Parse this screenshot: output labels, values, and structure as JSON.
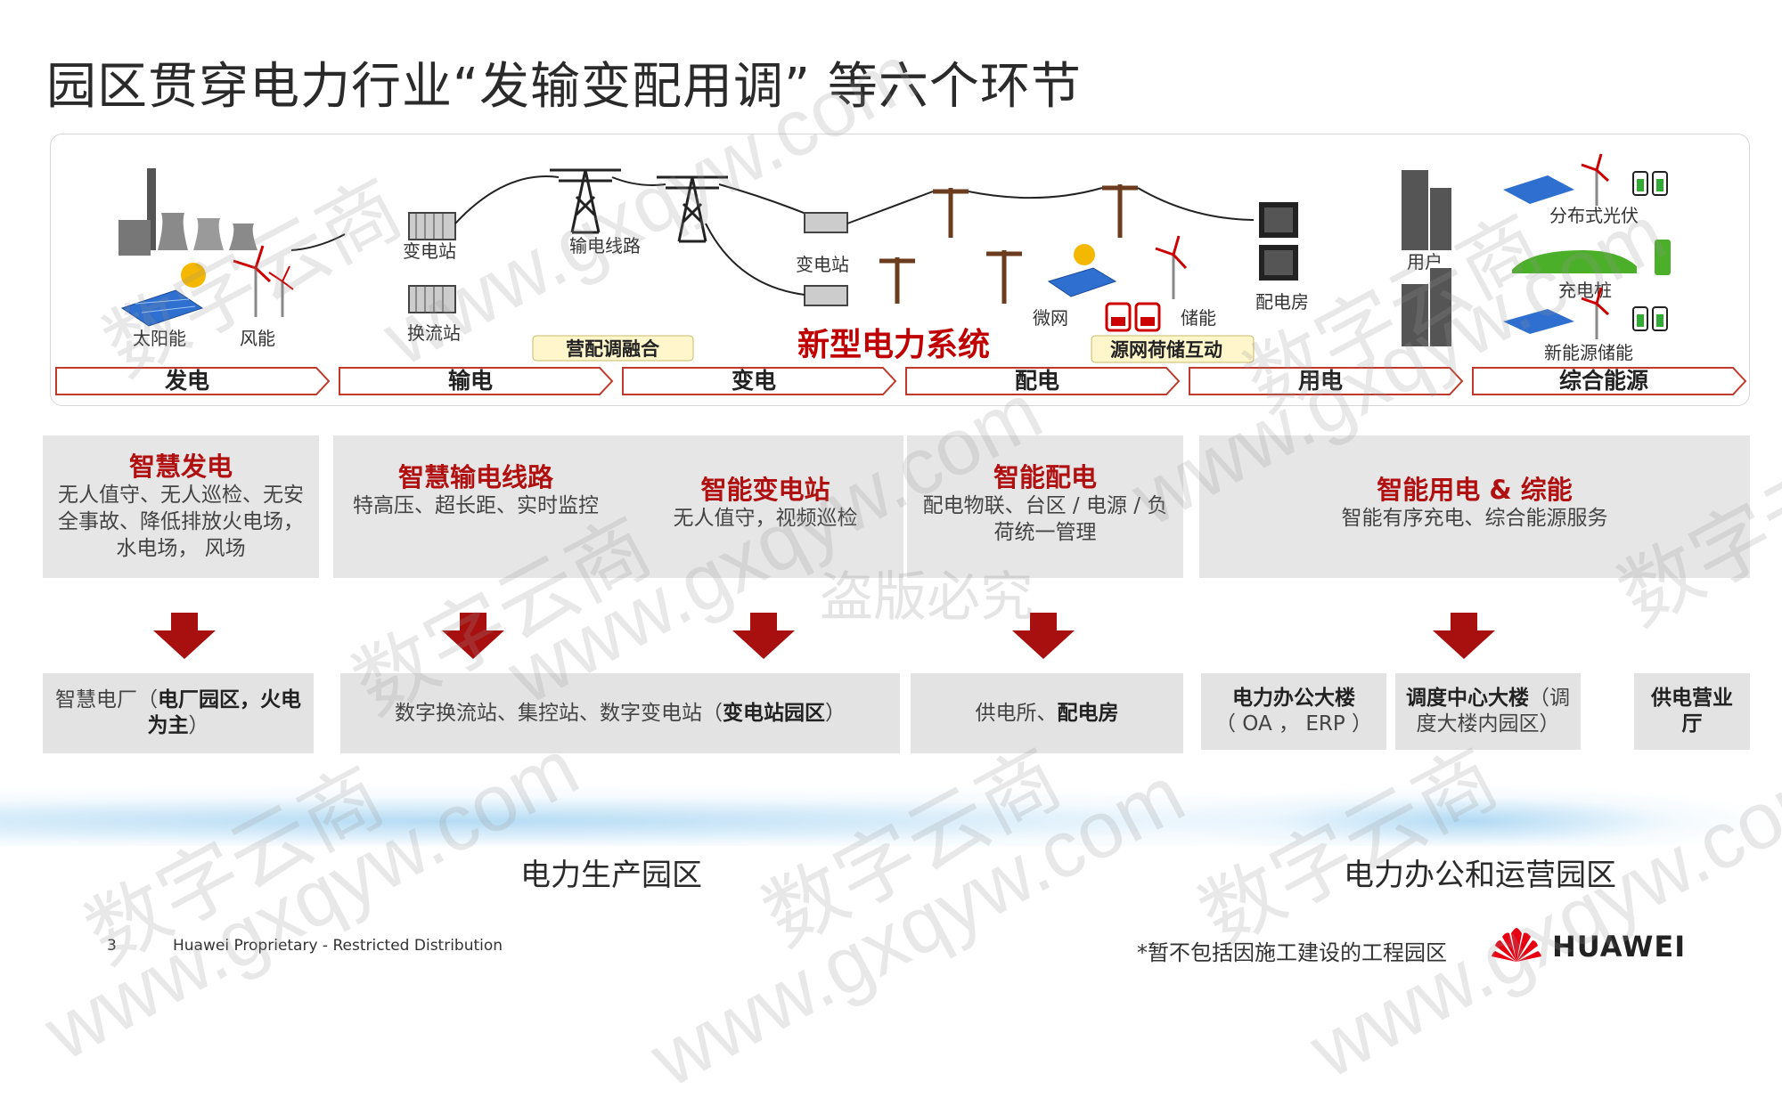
{
  "title": "园区贯穿电力行业“发输变配用调” 等六个环节",
  "diagram": {
    "labels": {
      "substation1": "变电站",
      "converter": "换流站",
      "transmission_line": "输电线路",
      "substation2": "变电站",
      "solar": "太阳能",
      "wind": "风能",
      "microgrid": "微网",
      "storage": "储能",
      "distribution_room": "配电房",
      "user": "用户",
      "distributed_pv": "分布式光伏",
      "charging_pile": "充电桩",
      "new_energy_storage": "新能源储能",
      "new_power_system": "新型电力系统"
    },
    "tags": {
      "marketing": "营配调融合",
      "source_grid": "源网荷储互动"
    },
    "stages": [
      "发电",
      "输电",
      "变电",
      "配电",
      "用电",
      "综合能源"
    ]
  },
  "smart": [
    {
      "title": "智慧发电",
      "desc": "无人值守、无人巡检、无安全事故、降低排放火电场，水电场， 风场"
    },
    {
      "title": "智慧输电线路",
      "desc": "特高压、超长距、实时监控"
    },
    {
      "title": "智能变电站",
      "desc": "无人值守，视频巡检"
    },
    {
      "title": "智能配电",
      "desc": "配电物联、台区 / 电源 / 负荷统一管理"
    },
    {
      "title": "智能用电 & 综能",
      "desc": "智能有序充电、综合能源服务"
    }
  ],
  "parks": {
    "power_plant_pre": "智慧电厂（",
    "power_plant_bold": "电厂园区，火电为主",
    "power_plant_post": "）",
    "substations_pre": "数字换流站、集控站、数字变电站（",
    "substations_bold": "变电站园区",
    "substations_post": "）",
    "supply_pre": "供电所、",
    "supply_bold": "配电房",
    "office_bold": "电力办公大楼",
    "office_sub": "（ OA ， ERP ）",
    "dispatch_bold": "调度中心大楼",
    "dispatch_sub": "（调度大楼内园区）",
    "hall": "供电营业厅"
  },
  "zones": {
    "production": "电力生产园区",
    "office": "电力办公和运营园区"
  },
  "footer": {
    "page": "3",
    "proprietary": "Huawei Proprietary - Restricted Distribution",
    "note": "*暂不包括因施工建设的工程园区",
    "brand": "HUAWEI"
  },
  "watermarks": {
    "brand": "数字云商",
    "url": "www.gxqyw.com",
    "piracy": "盗版必究"
  },
  "colors": {
    "accent_red": "#b01010",
    "brand_red": "#e60012",
    "box_gray": "#e6e6e6",
    "arrow_red": "#a80f0f"
  }
}
